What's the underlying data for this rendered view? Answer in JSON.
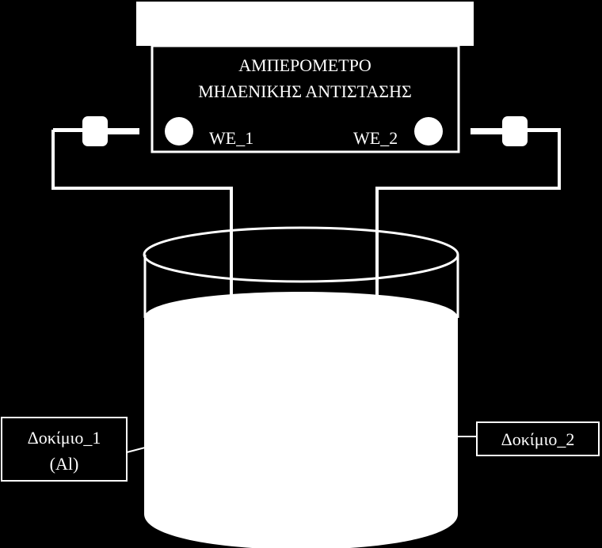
{
  "meter": {
    "title_line1": "ΑΜΠΕΡΟΜΕΤΡΟ",
    "title_line2": "ΜΗΔΕΝΙΚΗΣ ΑΝΤΙΣΤΑΣΗΣ",
    "terminal_left": "WE_1",
    "terminal_right": "WE_2"
  },
  "specimens": {
    "left_line1": "Δοκίμιο_1",
    "left_line2": "(Al)",
    "right": "Δοκίμιο_2"
  },
  "colors": {
    "background": "#000000",
    "foreground": "#ffffff"
  }
}
